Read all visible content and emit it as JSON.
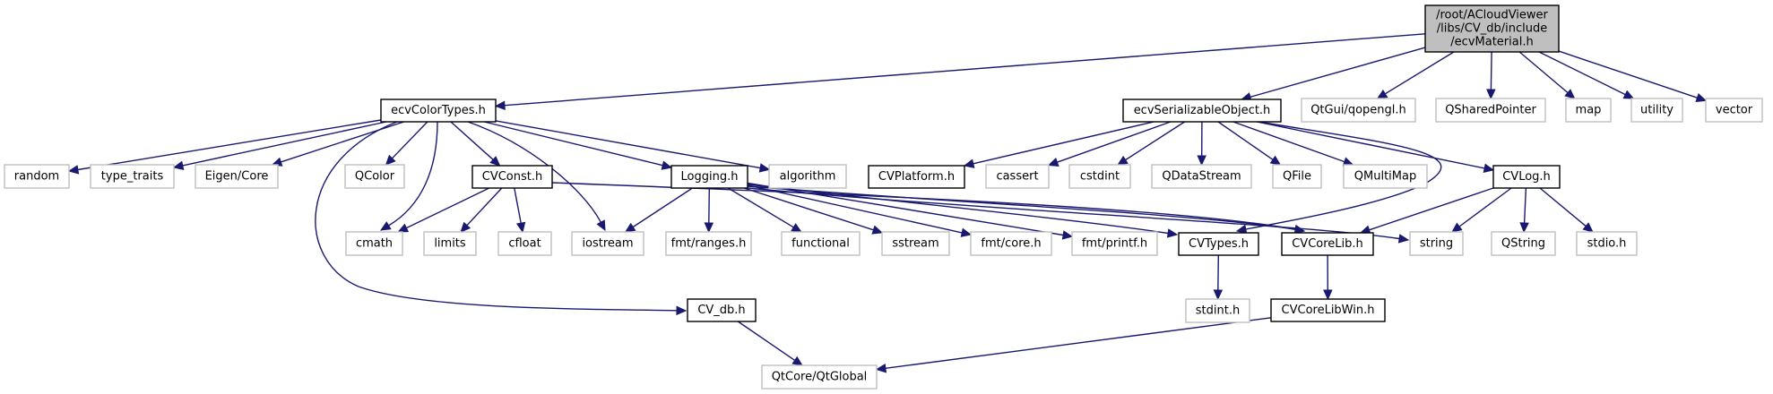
{
  "title": "Include dependency graph for ecvMaterial.h",
  "colors": {
    "edge": "#191970",
    "root_fill": "#bfbfbf",
    "documented_border": "#000000",
    "external_border": "#bfbfbf",
    "node_fill": "#ffffff"
  },
  "nodes": [
    {
      "id": "root",
      "kind": "root",
      "lines": [
        "/root/ACloudViewer",
        "/libs/CV_db/include",
        "/ecvMaterial.h"
      ]
    },
    {
      "id": "ecvColorTypes",
      "kind": "documented",
      "lines": [
        "ecvColorTypes.h"
      ]
    },
    {
      "id": "ecvSerializableObject",
      "kind": "documented",
      "lines": [
        "ecvSerializableObject.h"
      ]
    },
    {
      "id": "qopengl",
      "kind": "external",
      "lines": [
        "QtGui/qopengl.h"
      ]
    },
    {
      "id": "QSharedPointer",
      "kind": "external",
      "lines": [
        "QSharedPointer"
      ]
    },
    {
      "id": "map",
      "kind": "external",
      "lines": [
        "map"
      ]
    },
    {
      "id": "utility",
      "kind": "external",
      "lines": [
        "utility"
      ]
    },
    {
      "id": "vector",
      "kind": "external",
      "lines": [
        "vector"
      ]
    },
    {
      "id": "random",
      "kind": "external",
      "lines": [
        "random"
      ]
    },
    {
      "id": "type_traits",
      "kind": "external",
      "lines": [
        "type_traits"
      ]
    },
    {
      "id": "EigenCore",
      "kind": "external",
      "lines": [
        "Eigen/Core"
      ]
    },
    {
      "id": "QColor",
      "kind": "external",
      "lines": [
        "QColor"
      ]
    },
    {
      "id": "CVConst",
      "kind": "documented",
      "lines": [
        "CVConst.h"
      ]
    },
    {
      "id": "Logging",
      "kind": "documented",
      "lines": [
        "Logging.h"
      ]
    },
    {
      "id": "algorithm",
      "kind": "external",
      "lines": [
        "algorithm"
      ]
    },
    {
      "id": "CVPlatform",
      "kind": "documented",
      "lines": [
        "CVPlatform.h"
      ]
    },
    {
      "id": "cassert",
      "kind": "external",
      "lines": [
        "cassert"
      ]
    },
    {
      "id": "cstdint",
      "kind": "external",
      "lines": [
        "cstdint"
      ]
    },
    {
      "id": "QDataStream",
      "kind": "external",
      "lines": [
        "QDataStream"
      ]
    },
    {
      "id": "QFile",
      "kind": "external",
      "lines": [
        "QFile"
      ]
    },
    {
      "id": "QMultiMap",
      "kind": "external",
      "lines": [
        "QMultiMap"
      ]
    },
    {
      "id": "CVLog",
      "kind": "documented",
      "lines": [
        "CVLog.h"
      ]
    },
    {
      "id": "cmath",
      "kind": "external",
      "lines": [
        "cmath"
      ]
    },
    {
      "id": "limits",
      "kind": "external",
      "lines": [
        "limits"
      ]
    },
    {
      "id": "cfloat",
      "kind": "external",
      "lines": [
        "cfloat"
      ]
    },
    {
      "id": "iostream",
      "kind": "external",
      "lines": [
        "iostream"
      ]
    },
    {
      "id": "fmtranges",
      "kind": "external",
      "lines": [
        "fmt/ranges.h"
      ]
    },
    {
      "id": "functional",
      "kind": "external",
      "lines": [
        "functional"
      ]
    },
    {
      "id": "sstream",
      "kind": "external",
      "lines": [
        "sstream"
      ]
    },
    {
      "id": "fmtcore",
      "kind": "external",
      "lines": [
        "fmt/core.h"
      ]
    },
    {
      "id": "fmtprintf",
      "kind": "external",
      "lines": [
        "fmt/printf.h"
      ]
    },
    {
      "id": "CVTypes",
      "kind": "documented",
      "lines": [
        "CVTypes.h"
      ]
    },
    {
      "id": "CVCoreLib",
      "kind": "documented",
      "lines": [
        "CVCoreLib.h"
      ]
    },
    {
      "id": "string",
      "kind": "external",
      "lines": [
        "string"
      ]
    },
    {
      "id": "QString",
      "kind": "external",
      "lines": [
        "QString"
      ]
    },
    {
      "id": "stdio",
      "kind": "external",
      "lines": [
        "stdio.h"
      ]
    },
    {
      "id": "CV_db",
      "kind": "documented",
      "lines": [
        "CV_db.h"
      ]
    },
    {
      "id": "stdint",
      "kind": "external",
      "lines": [
        "stdint.h"
      ]
    },
    {
      "id": "CVCoreLibWin",
      "kind": "documented",
      "lines": [
        "CVCoreLibWin.h"
      ]
    },
    {
      "id": "QtGlobal",
      "kind": "external",
      "lines": [
        "QtCore/QtGlobal"
      ]
    }
  ],
  "edges": [
    [
      "root",
      "ecvColorTypes"
    ],
    [
      "root",
      "ecvSerializableObject"
    ],
    [
      "root",
      "qopengl"
    ],
    [
      "root",
      "QSharedPointer"
    ],
    [
      "root",
      "map"
    ],
    [
      "root",
      "utility"
    ],
    [
      "root",
      "vector"
    ],
    [
      "ecvColorTypes",
      "random"
    ],
    [
      "ecvColorTypes",
      "type_traits"
    ],
    [
      "ecvColorTypes",
      "EigenCore"
    ],
    [
      "ecvColorTypes",
      "QColor"
    ],
    [
      "ecvColorTypes",
      "cmath"
    ],
    [
      "ecvColorTypes",
      "CVConst"
    ],
    [
      "ecvColorTypes",
      "iostream"
    ],
    [
      "ecvColorTypes",
      "Logging"
    ],
    [
      "ecvColorTypes",
      "algorithm"
    ],
    [
      "ecvColorTypes",
      "CV_db"
    ],
    [
      "CVConst",
      "cmath"
    ],
    [
      "CVConst",
      "limits"
    ],
    [
      "CVConst",
      "cfloat"
    ],
    [
      "CVConst",
      "CVCoreLib"
    ],
    [
      "Logging",
      "iostream"
    ],
    [
      "Logging",
      "fmtranges"
    ],
    [
      "Logging",
      "functional"
    ],
    [
      "Logging",
      "sstream"
    ],
    [
      "Logging",
      "fmtcore"
    ],
    [
      "Logging",
      "fmtprintf"
    ],
    [
      "Logging",
      "CVTypes"
    ],
    [
      "Logging",
      "CVCoreLib"
    ],
    [
      "Logging",
      "string"
    ],
    [
      "ecvSerializableObject",
      "CVPlatform"
    ],
    [
      "ecvSerializableObject",
      "cassert"
    ],
    [
      "ecvSerializableObject",
      "cstdint"
    ],
    [
      "ecvSerializableObject",
      "QDataStream"
    ],
    [
      "ecvSerializableObject",
      "QFile"
    ],
    [
      "ecvSerializableObject",
      "QMultiMap"
    ],
    [
      "ecvSerializableObject",
      "CVTypes"
    ],
    [
      "ecvSerializableObject",
      "CVLog"
    ],
    [
      "CVLog",
      "CVCoreLib"
    ],
    [
      "CVLog",
      "string"
    ],
    [
      "CVLog",
      "QString"
    ],
    [
      "CVLog",
      "stdio"
    ],
    [
      "CVTypes",
      "stdint"
    ],
    [
      "CVCoreLib",
      "CVCoreLibWin"
    ],
    [
      "CV_db",
      "QtGlobal"
    ],
    [
      "CVCoreLibWin",
      "QtGlobal"
    ]
  ]
}
